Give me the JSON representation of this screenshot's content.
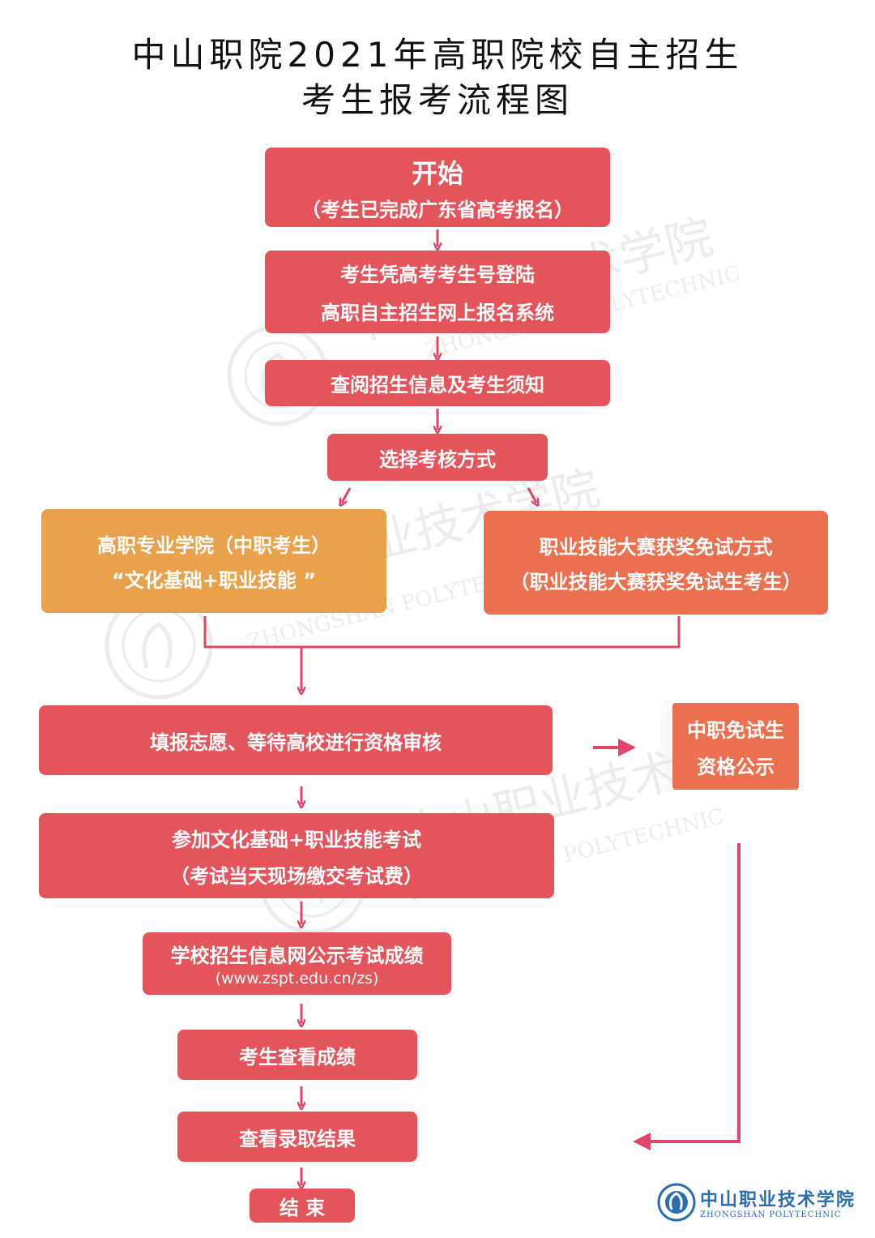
{
  "title": {
    "line1": "中山职院2021年高职院校自主招生",
    "line2": "考生报考流程图"
  },
  "nodes": {
    "start": {
      "label": "开始",
      "sub": "（考生已完成广东省高考报名）"
    },
    "login": {
      "line1": "考生凭高考考生号登陆",
      "line2": "高职自主招生网上报名系统"
    },
    "review_info": {
      "label": "查阅招生信息及考生须知"
    },
    "choose_method": {
      "label": "选择考核方式"
    },
    "branch_left": {
      "line1": "高职专业学院（中职考生）",
      "line2": "“文化基础+职业技能 ”"
    },
    "branch_right": {
      "line1": "职业技能大赛获奖免试方式",
      "line2": "（职业技能大赛获奖免试生考生）"
    },
    "fill_choice": {
      "label": "填报志愿、等待高校进行资格审核"
    },
    "exempt_publicity": {
      "line1": "中职免试生",
      "line2": "资格公示"
    },
    "take_exam": {
      "line1": "参加文化基础+职业技能考试",
      "line2": "（考试当天现场缴交考试费）"
    },
    "publish_scores": {
      "line1": "学校招生信息网公示考试成绩",
      "line2": "(www.zspt.edu.cn/zs)"
    },
    "check_scores": {
      "label": "考生查看成绩"
    },
    "check_admission": {
      "label": "查看录取结果"
    },
    "end": {
      "label": "结 束"
    }
  },
  "watermark": {
    "cn": "中山职业技术学院",
    "en": "ZHONGSHAN POLYTECHNIC"
  },
  "logo": {
    "cn": "中山职业技术学院",
    "en": "ZHONGSHAN POLYTECHNIC"
  },
  "colors": {
    "main_box": "#e4555b",
    "left_branch": "#e9a14b",
    "right_branch": "#ea7050",
    "arrow": "#e0466a"
  }
}
